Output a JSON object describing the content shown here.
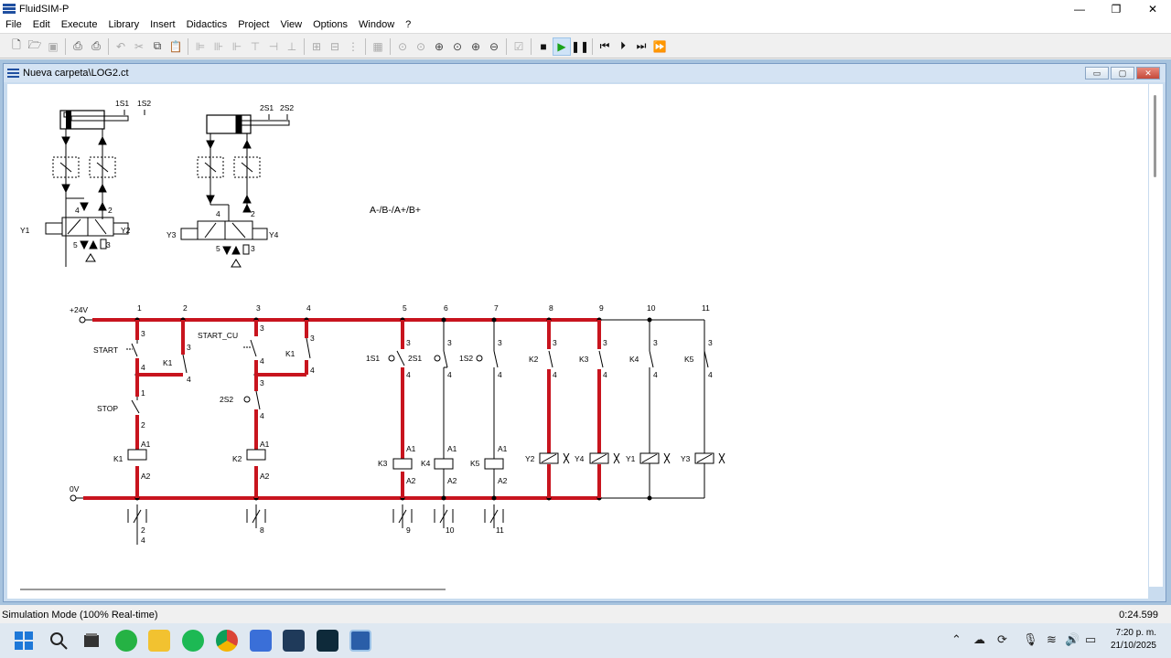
{
  "app": {
    "title": "FluidSIM-P"
  },
  "window_controls": {
    "minimize": "—",
    "maximize": "❐",
    "close": "✕"
  },
  "menu": [
    "File",
    "Edit",
    "Execute",
    "Library",
    "Insert",
    "Didactics",
    "Project",
    "View",
    "Options",
    "Window",
    "?"
  ],
  "toolbar": {
    "buttons": [
      "new-icon",
      "open-icon",
      "save-icon",
      "sep",
      "print-preview-icon",
      "print-icon",
      "sep",
      "undo-icon",
      "cut-icon",
      "copy-icon",
      "paste-icon",
      "sep",
      "align-left-icon",
      "align-center-icon",
      "align-right-icon",
      "align-top-icon",
      "align-middle-icon",
      "align-bottom-icon",
      "sep",
      "group-icon",
      "ungroup-icon",
      "sep",
      "grid-icon",
      "sep",
      "zoom-fit-icon",
      "zoom-window-icon",
      "zoom-all-icon",
      "zoom-prev-icon",
      "zoom-in-icon",
      "zoom-out-icon",
      "sep",
      "check-icon",
      "sep",
      "stop-icon",
      "play-icon",
      "pause-icon",
      "sep",
      "rewind-icon",
      "step-icon",
      "step-end-icon",
      "fast-forward-icon"
    ]
  },
  "document": {
    "title": "Nueva carpeta\\LOG2.ct",
    "sequence": "A-/B-/A+/B+",
    "controls": {
      "minimize": "▭",
      "restore": "▢",
      "close": "✕"
    }
  },
  "pneumatic": {
    "cyl1_sensors": [
      "1S1",
      "1S2"
    ],
    "cyl2_sensors": [
      "2S1",
      "2S2"
    ],
    "valve1": {
      "left": "Y1",
      "right": "Y2",
      "port_out_a": "4",
      "port_out_b": "2",
      "port_exh": "5",
      "port_exh2": "3"
    },
    "valve2": {
      "left": "Y3",
      "right": "Y4",
      "port_out_a": "4",
      "port_out_b": "2",
      "port_exh": "5",
      "port_exh2": "3"
    }
  },
  "electrical": {
    "supply_pos": "+24V",
    "supply_neg": "0V",
    "rungs": [
      "1",
      "2",
      "3",
      "4",
      "5",
      "6",
      "7",
      "8",
      "9",
      "10",
      "11"
    ],
    "labels": {
      "start": "START",
      "stop": "STOP",
      "k1_a": "K1",
      "k1_b": "K1",
      "start_cu": "START_CU",
      "k1_c": "K1",
      "s2s2": "2S2",
      "k2": "K2",
      "s1s1": "1S1",
      "s2s1": "2S1",
      "s1s2": "1S2",
      "k2b": "K2",
      "k3b": "K3",
      "k4b": "K4",
      "k5b": "K5",
      "k3": "K3",
      "k4": "K4",
      "k5": "K5",
      "y2": "Y2",
      "y4": "Y4",
      "y1": "Y1",
      "y3": "Y3",
      "c3": "3",
      "c4": "4",
      "c1": "1",
      "c2": "2",
      "a1": "A1",
      "a2": "A2"
    },
    "cross_refs": [
      {
        "rung": "1",
        "refs": [
          "2",
          "4"
        ]
      },
      {
        "rung": "3",
        "refs": [
          "8"
        ]
      },
      {
        "rung": "5",
        "refs": [
          "9"
        ]
      },
      {
        "rung": "6",
        "refs": [
          "10"
        ]
      },
      {
        "rung": "7",
        "refs": [
          "11"
        ]
      }
    ],
    "active_color": "#c8141e"
  },
  "status": {
    "mode": "Simulation Mode (100% Real-time)",
    "time": "0:24.599"
  },
  "taskbar": {
    "apps": [
      "windows-start-icon",
      "search-icon",
      "task-view-icon",
      "whatsapp-icon",
      "file-explorer-icon",
      "spotify-icon",
      "chrome-icon",
      "app-icon",
      "prime-video-icon",
      "terminal-icon",
      "fluidsim-icon"
    ],
    "clock_time": "7:20 p. m.",
    "clock_date": "21/10/2025"
  }
}
